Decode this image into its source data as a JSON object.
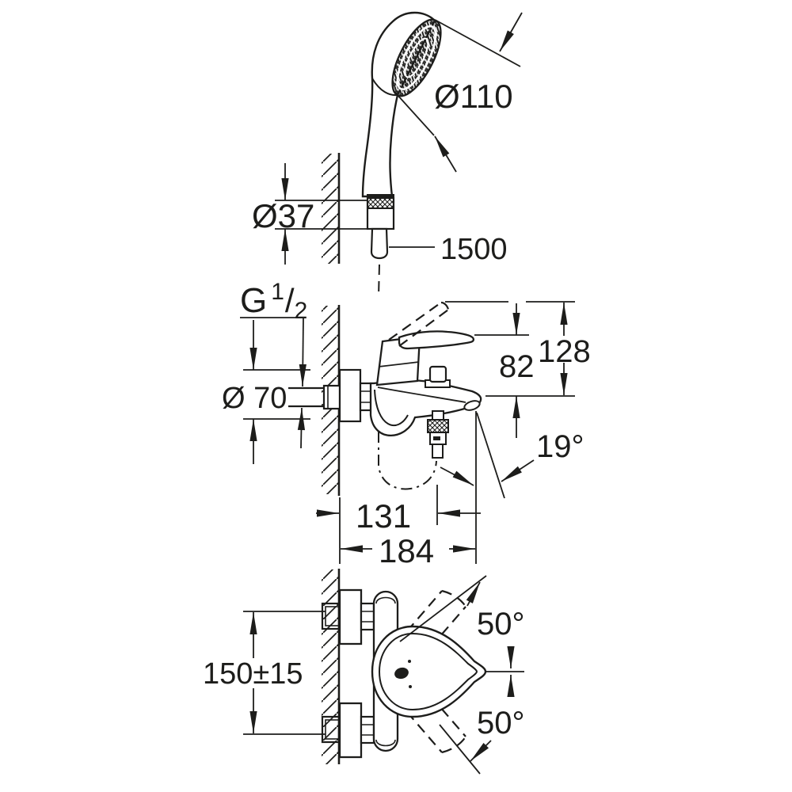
{
  "colors": {
    "line_color": "#1d1d1b",
    "background_color": "#ffffff"
  },
  "views": {
    "hand_shower": {
      "head_diameter": "Ø110",
      "holder_diameter": "Ø37",
      "hose_length": "1500"
    },
    "side": {
      "thread": {
        "letter": "G",
        "numerator": "1",
        "slash": "/",
        "denominator": "2"
      },
      "escutcheon_diameter": "Ø 70",
      "lever_height": "82",
      "lever_raised_height": "128",
      "spout_angle": "19°",
      "shower_outlet_offset": "131",
      "spout_reach": "184"
    },
    "plan": {
      "connection_spacing": "150±15",
      "swivel_angle_upper": "50°",
      "swivel_angle_lower": "50°"
    }
  }
}
